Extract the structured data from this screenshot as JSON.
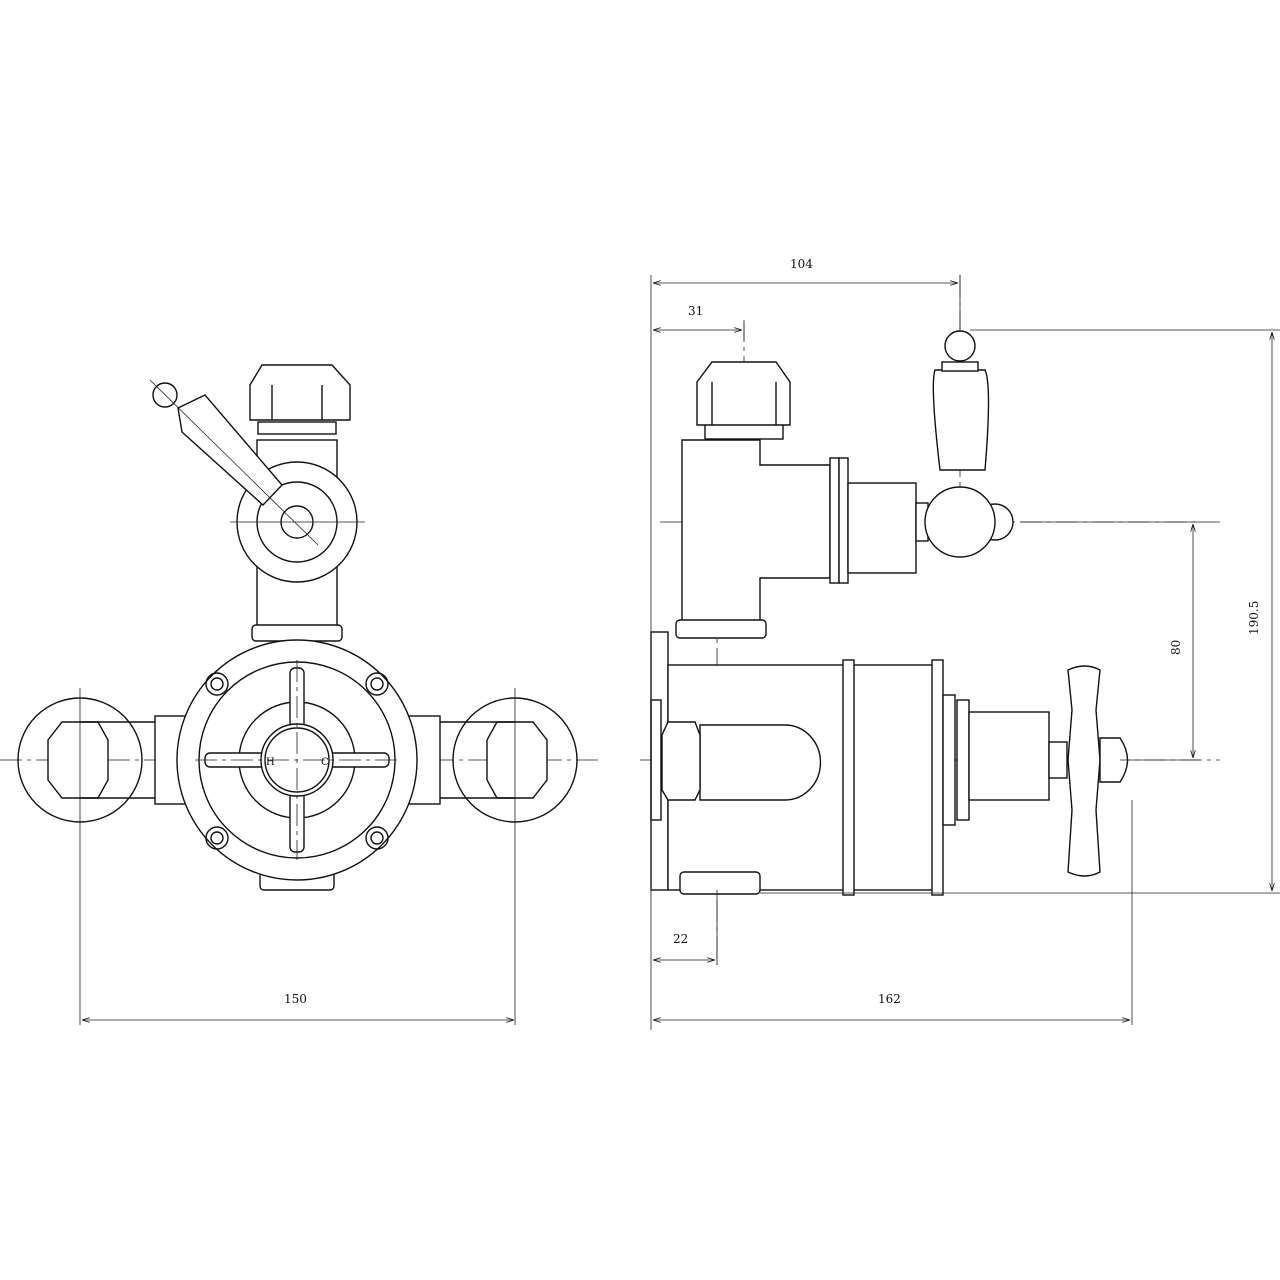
{
  "drawing": {
    "front_view": {
      "dimension_width": "150",
      "hot_label": "H",
      "cold_label": "C"
    },
    "side_view": {
      "dimension_lever_offset": "104",
      "dimension_nut_offset": "31",
      "dimension_outlet_offset": "22",
      "dimension_depth": "162",
      "dimension_centres": "80",
      "dimension_height": "190.5"
    },
    "line_color": "#111111"
  }
}
